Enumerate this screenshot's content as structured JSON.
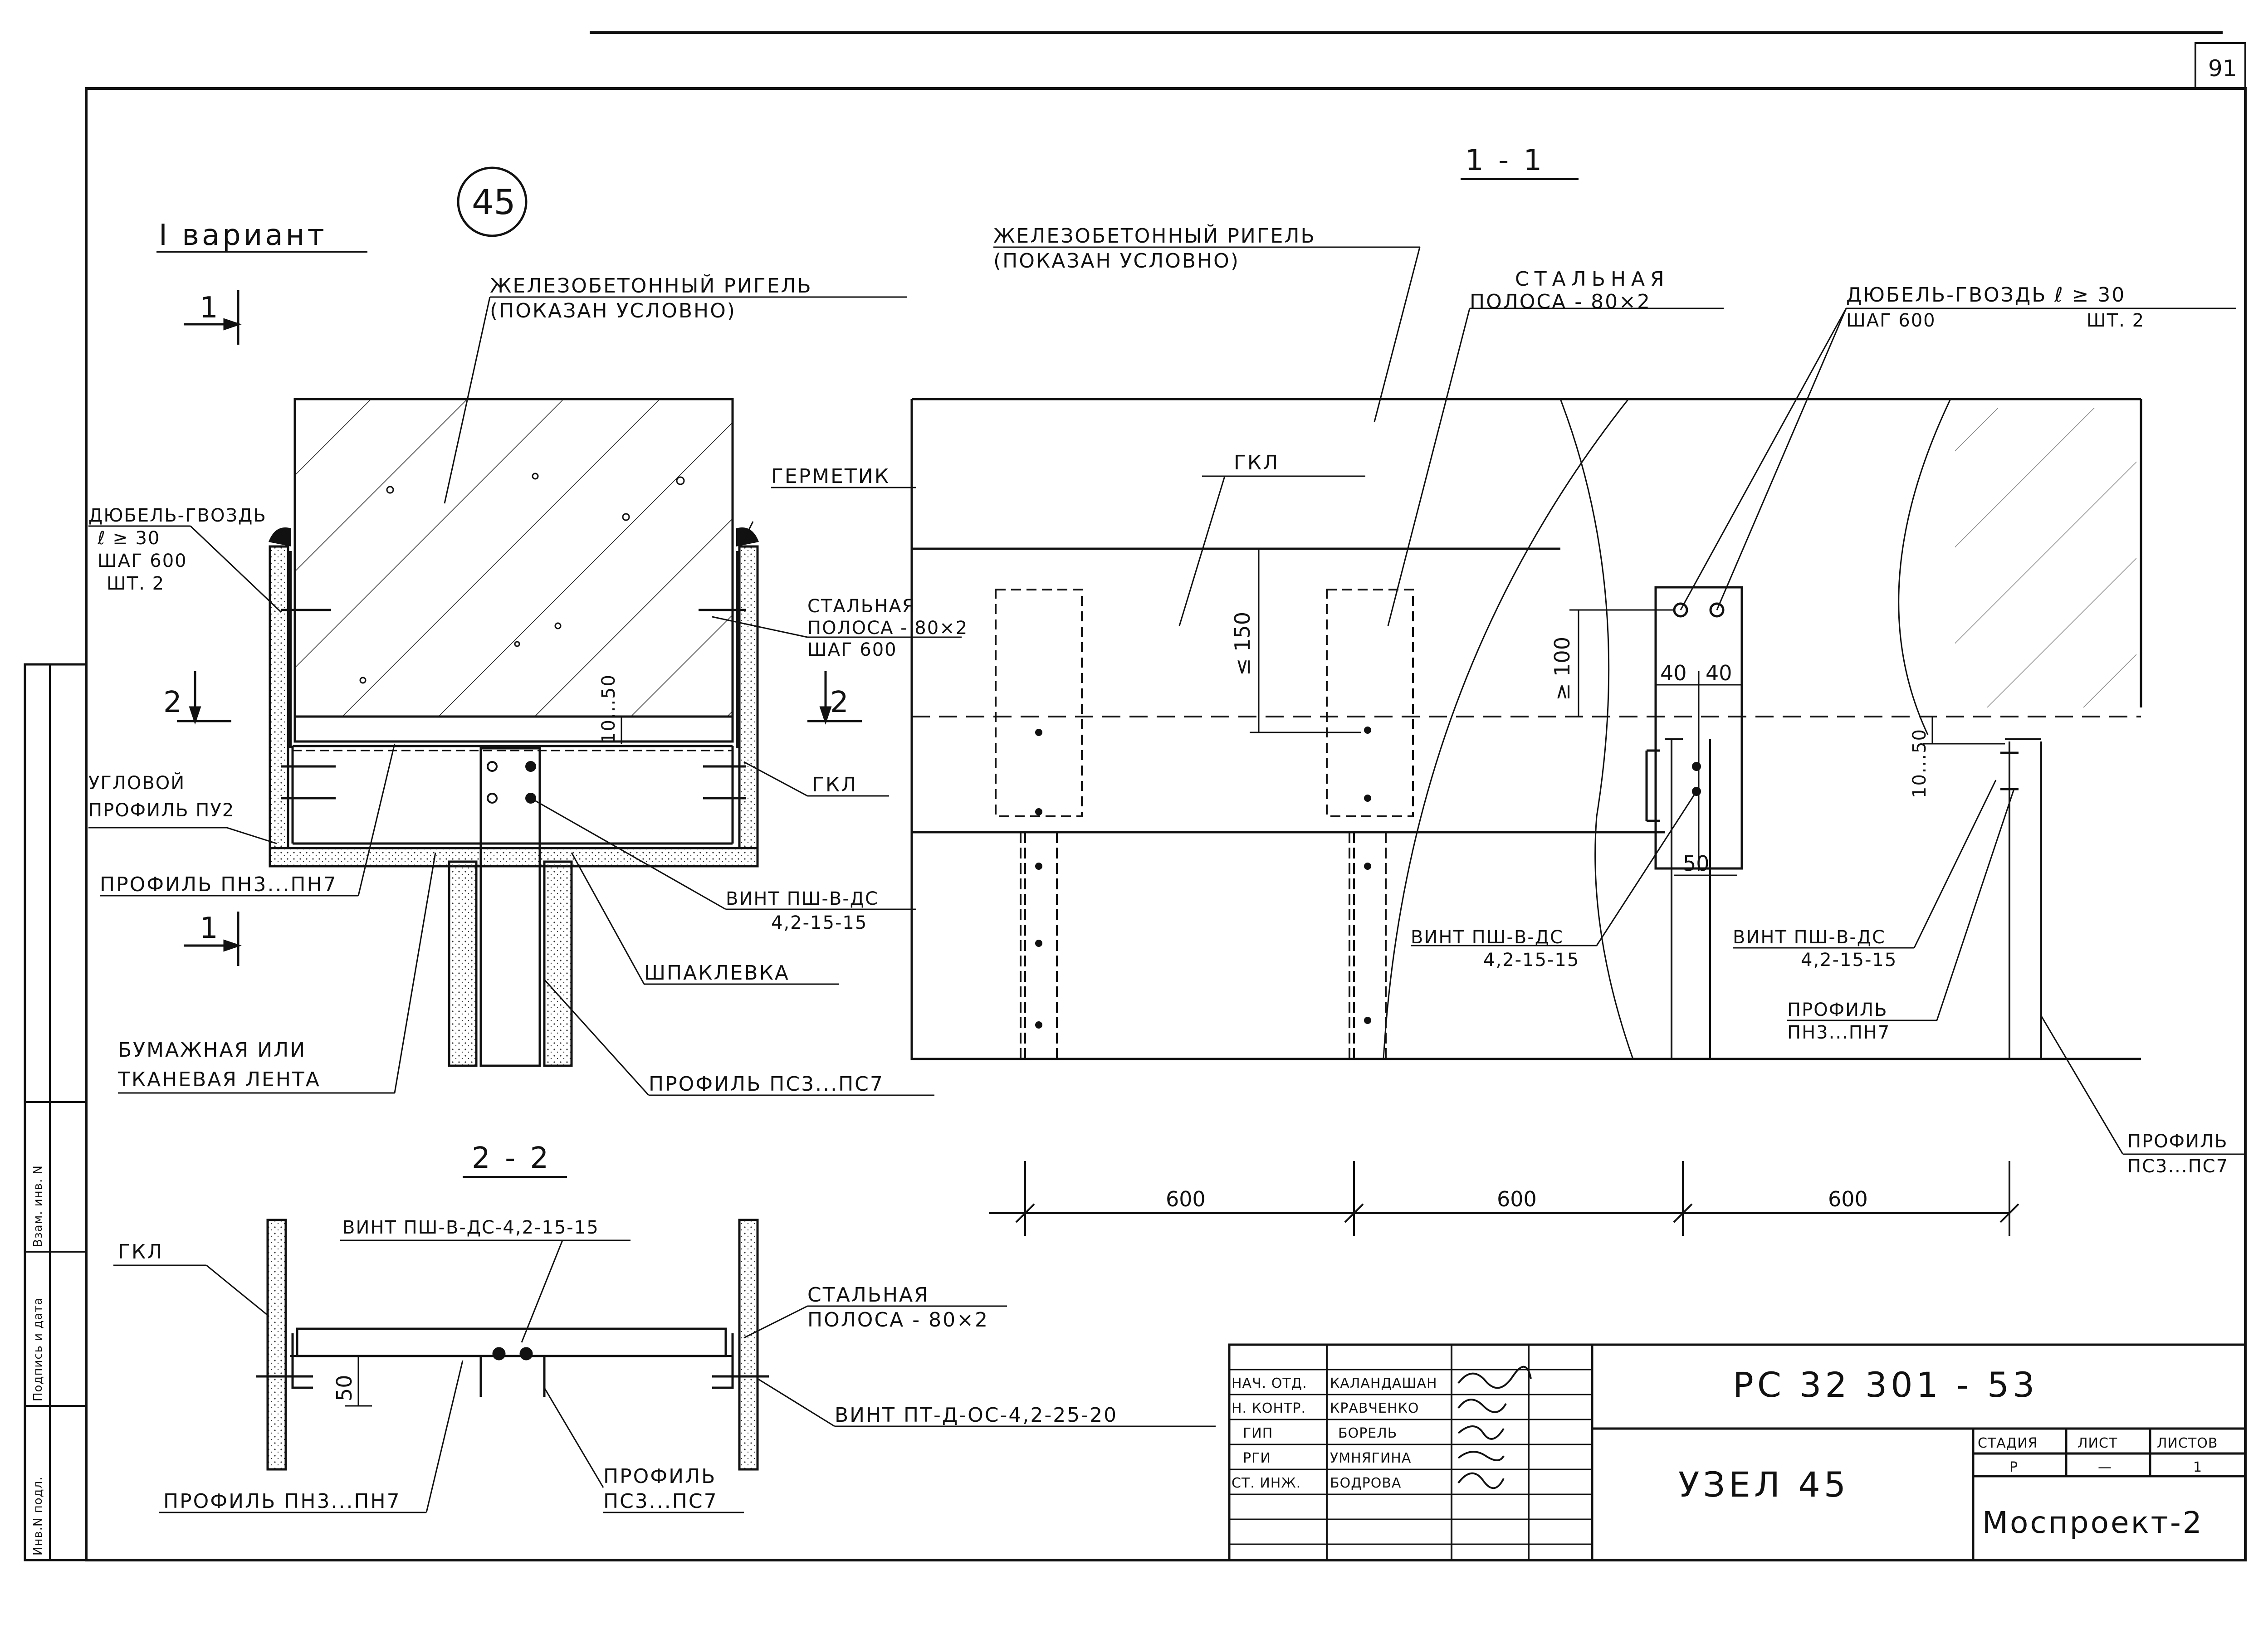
{
  "sheet": {
    "sheet_number": "91",
    "variant": "I вариант",
    "node_circle": "45",
    "side_stamp": [
      "Инв.N подл.",
      "Подпись и дата",
      "Взам. инв. N"
    ]
  },
  "left_view": {
    "section_mark_1": "1",
    "section_mark_2": "2",
    "labels": {
      "beam": [
        "ЖЕЛЕЗОБЕТОННЫЙ РИГЕЛЬ",
        "(ПОКАЗАН УСЛОВНО)"
      ],
      "sealant": "ГЕРМЕТИК",
      "dowel": [
        "ДЮБЕЛЬ-ГВОЗДЬ",
        "ℓ ≥ 30",
        "ШАГ 600",
        "ШТ. 2"
      ],
      "strip": [
        "СТАЛЬНАЯ",
        "ПОЛОСА - 80×2",
        "ШАГ 600"
      ],
      "gkl": "ГКЛ",
      "corner": [
        "УГЛОВОЙ",
        "ПРОФИЛЬ ПУ2"
      ],
      "pn": "ПРОФИЛЬ ПН3...ПН7",
      "screw": [
        "ВИНТ ПШ-В-ДС",
        "4,2-15-15"
      ],
      "putty": "ШПАКЛЕВКА",
      "tape": [
        "БУМАЖНАЯ ИЛИ",
        "ТКАНЕВАЯ ЛЕНТА"
      ],
      "ps": "ПРОФИЛЬ ПС3...ПС7"
    },
    "dim_gap": "10...50"
  },
  "section_11": {
    "title": "1 - 1",
    "labels": {
      "beam": [
        "ЖЕЛЕЗОБЕТОННЫЙ РИГЕЛЬ",
        "(ПОКАЗАН УСЛОВНО)"
      ],
      "strip": [
        "СТАЛЬНАЯ",
        "ПОЛОСА - 80×2"
      ],
      "dowel": [
        "ДЮБЕЛЬ-ГВОЗДЬ ℓ ≥ 30",
        "ШАГ 600",
        "ШТ. 2"
      ],
      "gkl": "ГКЛ",
      "screw_a": [
        "ВИНТ ПШ-В-ДС",
        "4,2-15-15"
      ],
      "screw_b": [
        "ВИНТ ПШ-В-ДС",
        "4,2-15-15"
      ],
      "pn": [
        "ПРОФИЛЬ",
        "ПН3...ПН7"
      ],
      "ps": [
        "ПРОФИЛЬ",
        "ПС3...ПС7"
      ]
    },
    "dims": {
      "d150": "≤ 150",
      "d100": "≥ 100",
      "d40a": "40",
      "d40b": "40",
      "d50": "50",
      "gap": "10...50",
      "spacing": [
        "600",
        "600",
        "600"
      ]
    }
  },
  "section_22": {
    "title": "2 - 2",
    "labels": {
      "gkl": "ГКЛ",
      "screw_top": "ВИНТ ПШ-В-ДС-4,2-15-15",
      "strip": [
        "СТАЛЬНАЯ",
        "ПОЛОСА - 80×2"
      ],
      "screw_pt": "ВИНТ ПТ-Д-ОС-4,2-25-20",
      "pn": "ПРОФИЛЬ ПН3...ПН7",
      "ps": [
        "ПРОФИЛЬ",
        "ПС3...ПС7"
      ]
    },
    "dim50": "50"
  },
  "title_block": {
    "doc_code": "РС 32 301 - 53",
    "node_name": "УЗЕЛ 45",
    "org": "Моспроект-2",
    "stage_headers": [
      "СТАДИЯ",
      "ЛИСТ",
      "ЛИСТОВ"
    ],
    "stage_values": [
      "Р",
      "—",
      "1"
    ],
    "people": [
      {
        "role": "НАЧ. ОТД.",
        "name": "КАЛАНДАШАН"
      },
      {
        "role": "Н. КОНТР.",
        "name": "КРАВЧЕНКО"
      },
      {
        "role": "ГИП",
        "name": "БОРЕЛЬ"
      },
      {
        "role": "РГИ",
        "name": "УМНЯГИНА"
      },
      {
        "role": "СТ. ИНЖ.",
        "name": "БОДРОВА"
      }
    ]
  }
}
